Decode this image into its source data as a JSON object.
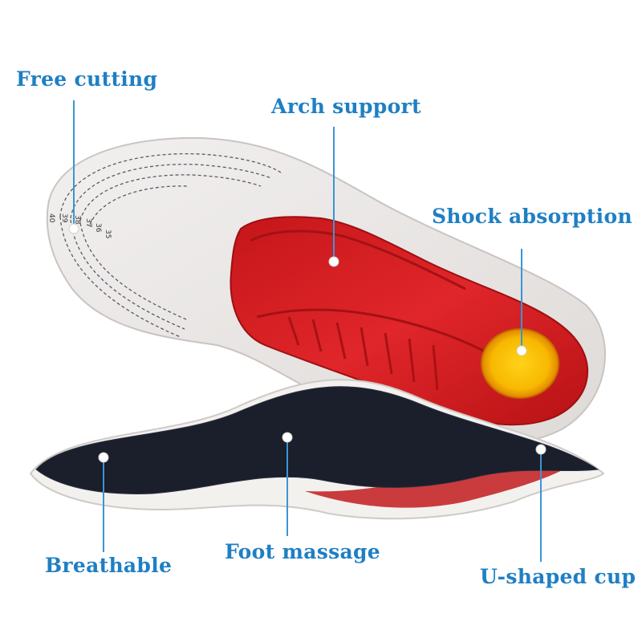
{
  "colors": {
    "label": "#1f7fc4",
    "leader_line": "#3a95d6",
    "insole_top": "#ece8e6",
    "arch_pad": "#d21d1d",
    "shock_pad": "#f2c800",
    "bottom_fabric": "#1a1d2a",
    "edge_foam": "#f3f1ee"
  },
  "callouts": {
    "free_cutting": "Free cutting",
    "arch_support": "Arch support",
    "shock_absorption": "Shock absorption",
    "breathable": "Breathable",
    "foot_massage": "Foot massage",
    "u_shaped_cup": "U-shaped cup"
  },
  "size_marks": [
    "35",
    "36",
    "37",
    "38",
    "39",
    "40"
  ]
}
